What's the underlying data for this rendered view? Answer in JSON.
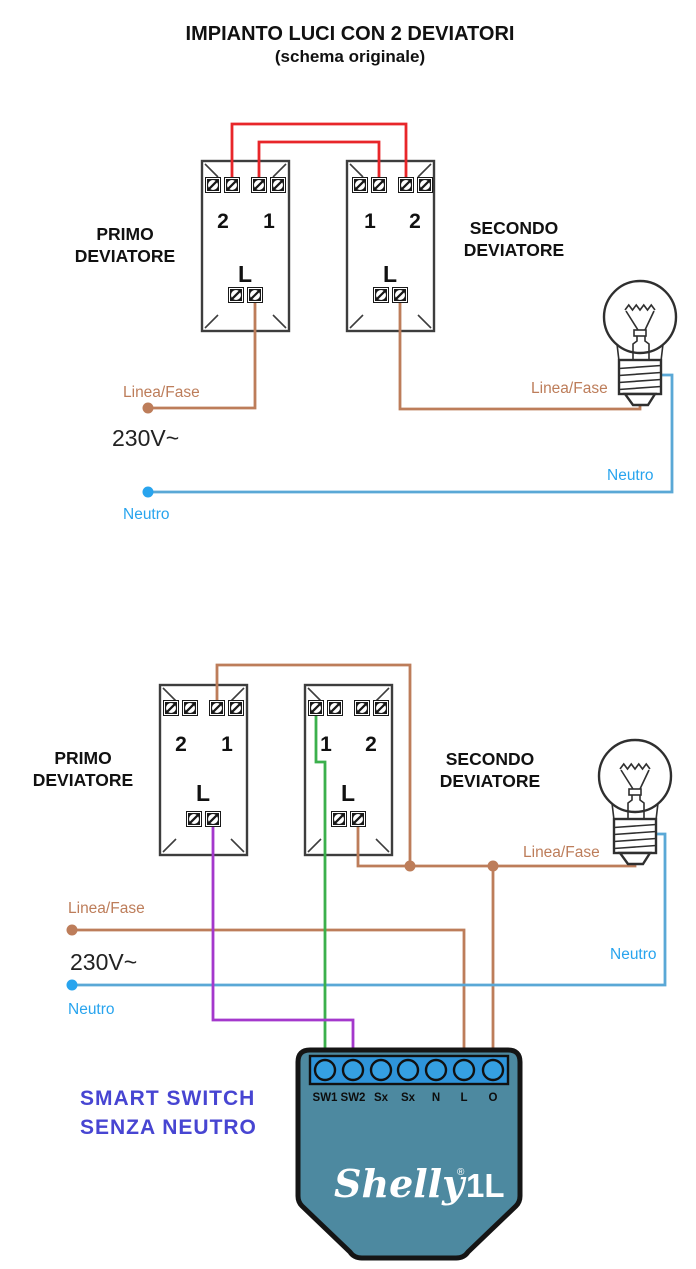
{
  "colors": {
    "wire_red": "#e8262a",
    "wire_brown": "#bd7d5a",
    "wire_blue": "#5aa8d6",
    "blue_accent": "#28a4ee",
    "wire_green": "#3bb04c",
    "wire_purple": "#a438cc",
    "smart_label": "#4745d2",
    "shelly_body": "#4d89a0",
    "shelly_strip": "#2e94da",
    "shelly_hole": "#35a0e2"
  },
  "top": {
    "title": "IMPIANTO LUCI CON 2 DEVIATORI",
    "subtitle": "(schema originale)",
    "switch1": {
      "name_line1": "PRIMO",
      "name_line2": "DEVIATORE",
      "terminal_left": "2",
      "terminal_right": "1",
      "line_terminal": "L"
    },
    "switch2": {
      "name_line1": "SECONDO",
      "name_line2": "DEVIATORE",
      "terminal_left": "1",
      "terminal_right": "2",
      "line_terminal": "L"
    },
    "labels": {
      "line_left": "Linea/Fase",
      "voltage": "230V~",
      "neutral_left": "Neutro",
      "line_right": "Linea/Fase",
      "neutral_right": "Neutro"
    }
  },
  "bottom": {
    "switch1": {
      "name_line1": "PRIMO",
      "name_line2": "DEVIATORE",
      "terminal_left": "2",
      "terminal_right": "1",
      "line_terminal": "L"
    },
    "switch2": {
      "name_line1": "SECONDO",
      "name_line2": "DEVIATORE",
      "terminal_left": "1",
      "terminal_right": "2",
      "line_terminal": "L"
    },
    "labels": {
      "line_left": "Linea/Fase",
      "voltage": "230V~",
      "neutral_left": "Neutro",
      "line_right": "Linea/Fase",
      "neutral_right": "Neutro"
    },
    "smart_switch_line1": "SMART SWITCH",
    "smart_switch_line2": "SENZA NEUTRO",
    "shelly": {
      "terminals": [
        "SW1",
        "SW2",
        "Sx",
        "Sx",
        "N",
        "L",
        "O"
      ],
      "brand": "Shelly",
      "registered": "®",
      "model": "1L"
    }
  }
}
